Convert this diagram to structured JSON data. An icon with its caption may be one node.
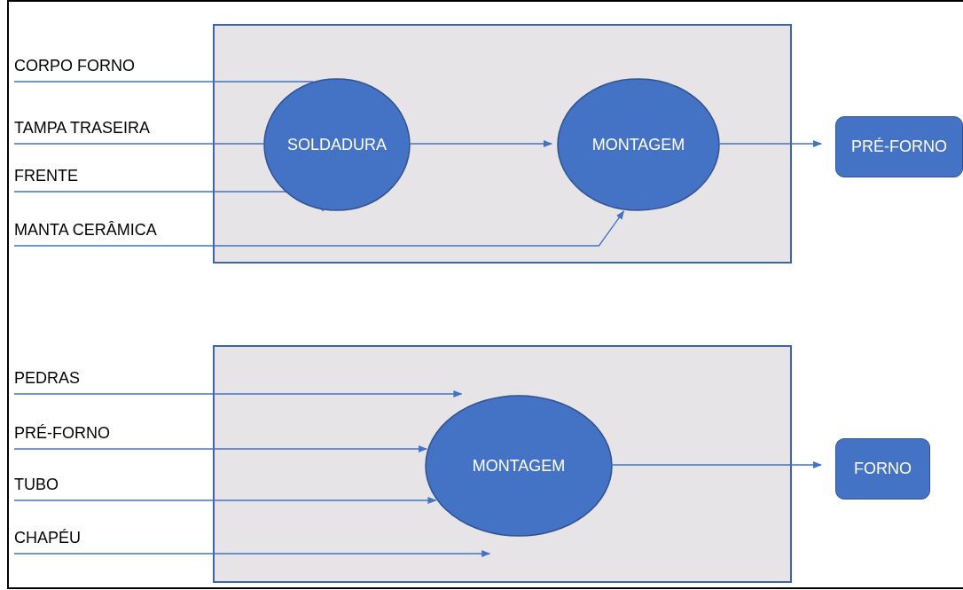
{
  "diagram": {
    "nodes": [
      {
        "text": [],
        "shape": "box"
      },
      {
        "text": [
          "CORPO FORNO"
        ]
      },
      {
        "text": [
          "TAMPA TRASEIRA"
        ]
      },
      {
        "text": [
          "FRENTE"
        ]
      },
      {
        "text": [
          "MANTA CERÂMICA"
        ]
      },
      {
        "text": [
          "SOLDADURA"
        ],
        "in": 0
      },
      {
        "text": [
          "MONTAGEM"
        ],
        "in": 0
      },
      {
        "text": [
          "PRÉ-FORNO"
        ]
      },
      {
        "text": [],
        "shape": "box"
      },
      {
        "text": [
          "PEDRAS"
        ]
      },
      {
        "text": [
          "PRÉ-FORNO"
        ]
      },
      {
        "text": [
          "TUBO"
        ]
      },
      {
        "text": [
          "CHAPÉU"
        ]
      },
      {
        "text": [
          "MONTAGEM"
        ],
        "in": 8
      },
      {
        "text": [
          "FORNO"
        ]
      }
    ],
    "edges": [
      {
        "from": 1,
        "to": 5,
        "arrow": "none"
      },
      {
        "from": 2,
        "to": 5,
        "arrow": "none"
      },
      {
        "from": 3,
        "to": 5,
        "arrow": "none"
      },
      {
        "from": 4,
        "to": 6,
        "arrow": "to"
      },
      {
        "from": 5,
        "to": 6,
        "arrow": "to"
      },
      {
        "from": 6,
        "to": 7,
        "arrow": "to"
      },
      {
        "from": 9,
        "to": 13,
        "arrow": "to"
      },
      {
        "from": 10,
        "to": 13,
        "arrow": "to"
      },
      {
        "from": 11,
        "to": 13,
        "arrow": "to"
      },
      {
        "from": 12,
        "to": 13,
        "arrow": "to"
      },
      {
        "from": 13,
        "to": 14,
        "arrow": "to"
      }
    ]
  }
}
